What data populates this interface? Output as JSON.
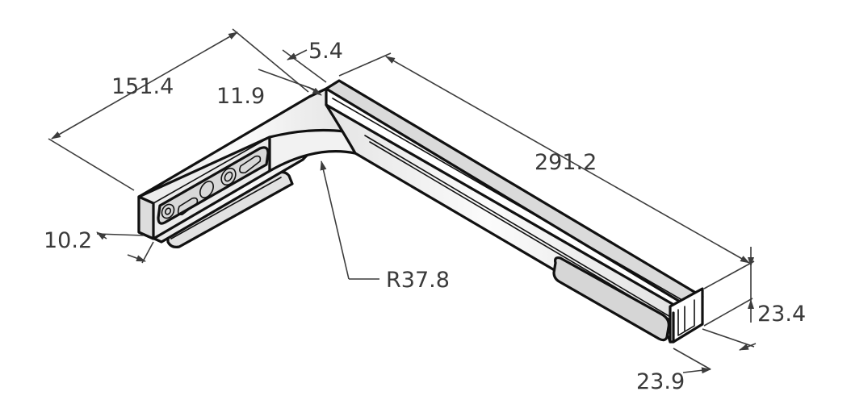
{
  "drawing": {
    "part_fill": "#e9e9e9",
    "highlight_fill": "#fafafa",
    "line_color": "#111111",
    "dimension_color": "#3c3c3c",
    "text_color": "#3a3a3a"
  },
  "dimensions": {
    "length_short_arm": "151.4",
    "flange_thickness": "5.4",
    "web_offset": "11.9",
    "arm_thickness": "10.2",
    "bend_radius": "R37.8",
    "length_long_arm": "291.2",
    "height": "23.4",
    "width": "23.9"
  }
}
